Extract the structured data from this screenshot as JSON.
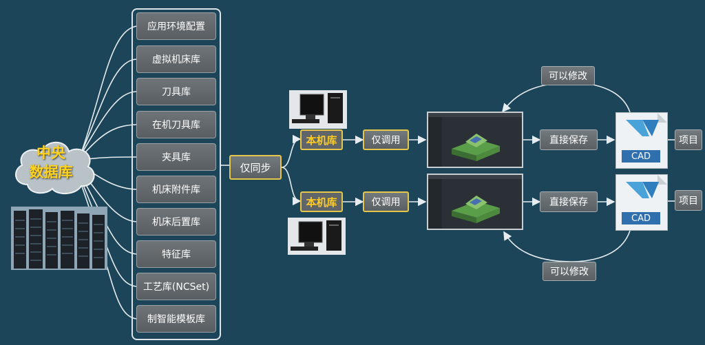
{
  "central_db": {
    "line1": "中央",
    "line2": "数据库"
  },
  "libraries": [
    "应用环境配置",
    "虚拟机床库",
    "刀具库",
    "在机刀具库",
    "夹具库",
    "机床附件库",
    "机床后置库",
    "特征库",
    "工艺库(NCSet)",
    "制智能模板库"
  ],
  "sync_label": "仅同步",
  "local_db_label": "本机库",
  "call_only_label": "仅调用",
  "save_label": "直接保存",
  "modify_label": "可以修改",
  "cad_icon_label": "CAD",
  "project_label": "项目",
  "colors": {
    "background": "#1d4559",
    "accent_yellow": "#ffcc22",
    "connector": "#e6ecef"
  }
}
